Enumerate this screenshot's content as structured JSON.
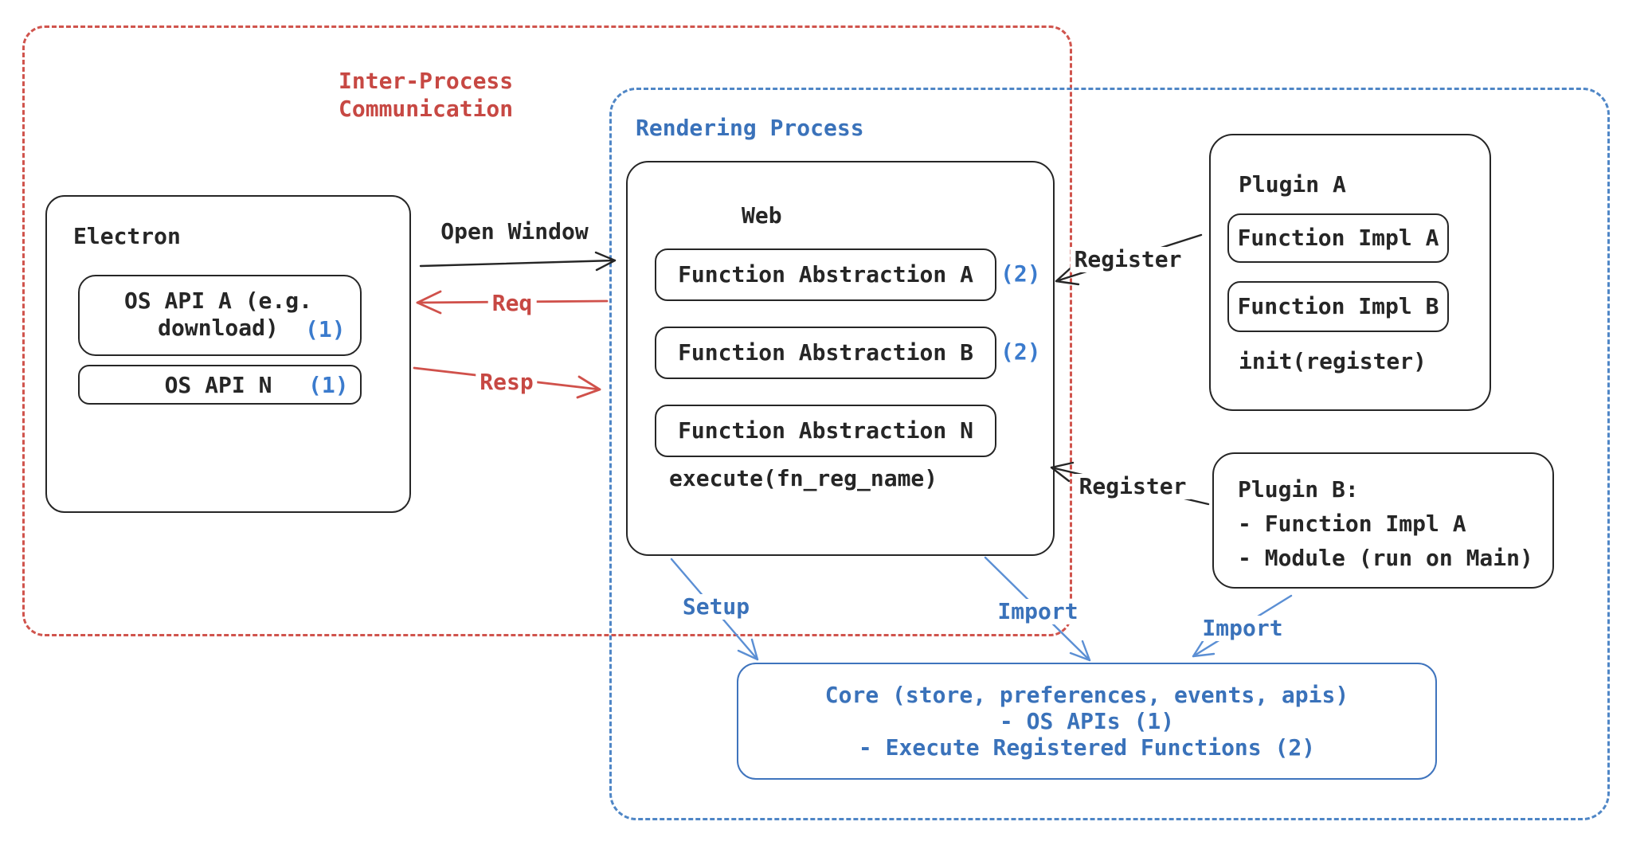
{
  "regions": {
    "ipc": {
      "label_line1": "Inter-Process",
      "label_line2": "Communication"
    },
    "rendering": {
      "label": "Rendering Process"
    }
  },
  "electron": {
    "title": "Electron",
    "api_a_line1": "OS API A (e.g.",
    "api_a_line2": "download)",
    "api_a_badge": "(1)",
    "api_n_label": "OS API N",
    "api_n_badge": "(1)"
  },
  "web": {
    "title": "Web",
    "items": [
      {
        "label": "Function Abstraction A",
        "badge": "(2)"
      },
      {
        "label": "Function Abstraction B",
        "badge": "(2)"
      },
      {
        "label": "Function Abstraction N",
        "badge": ""
      }
    ],
    "footer": "execute(fn_reg_name)"
  },
  "plugin_a": {
    "title": "Plugin A",
    "items": [
      "Function Impl A",
      "Function Impl B"
    ],
    "footer": "init(register)"
  },
  "plugin_b": {
    "lines": [
      "Plugin B:",
      "- Function Impl A",
      "- Module (run on Main)"
    ]
  },
  "core": {
    "lines": [
      "Core (store, preferences, events, apis)",
      "- OS APIs (1)",
      "- Execute Registered Functions (2)"
    ]
  },
  "arrows": {
    "open_window": "Open Window",
    "req": "Req",
    "resp": "Resp",
    "register_top": "Register",
    "register_bottom": "Register",
    "setup": "Setup",
    "import_left": "Import",
    "import_right": "Import"
  },
  "colors": {
    "red": "#c74843",
    "red_line": "#d0514b",
    "blue": "#3a72ba",
    "blue_badge": "#3b7bcd",
    "ink": "#262626"
  }
}
